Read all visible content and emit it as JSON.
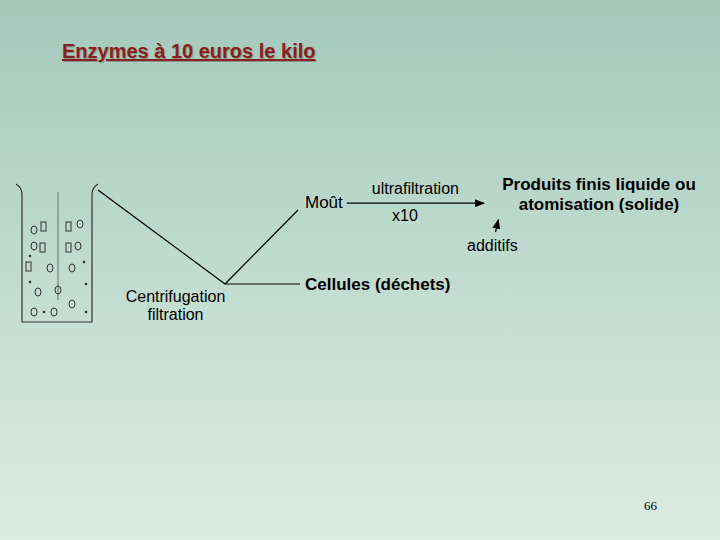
{
  "diagram": {
    "title": "Enzymes à 10 euros le kilo",
    "nodes": [
      {
        "text": [
          "Moût"
        ]
      },
      {
        "text": [
          "Produits finis liquide ou atomisation (solide)"
        ]
      },
      {
        "text": [
          "additifs"
        ]
      },
      {
        "text": [
          "Cellules (déchets)"
        ]
      }
    ],
    "edges": [
      {
        "from": 0,
        "to": 1,
        "arrow": "to",
        "label": "ultrafiltration"
      },
      {
        "from": 2,
        "to": 1,
        "arrow": "to"
      }
    ],
    "labels": [
      "Centrifugation filtration",
      "x10",
      "66"
    ]
  }
}
